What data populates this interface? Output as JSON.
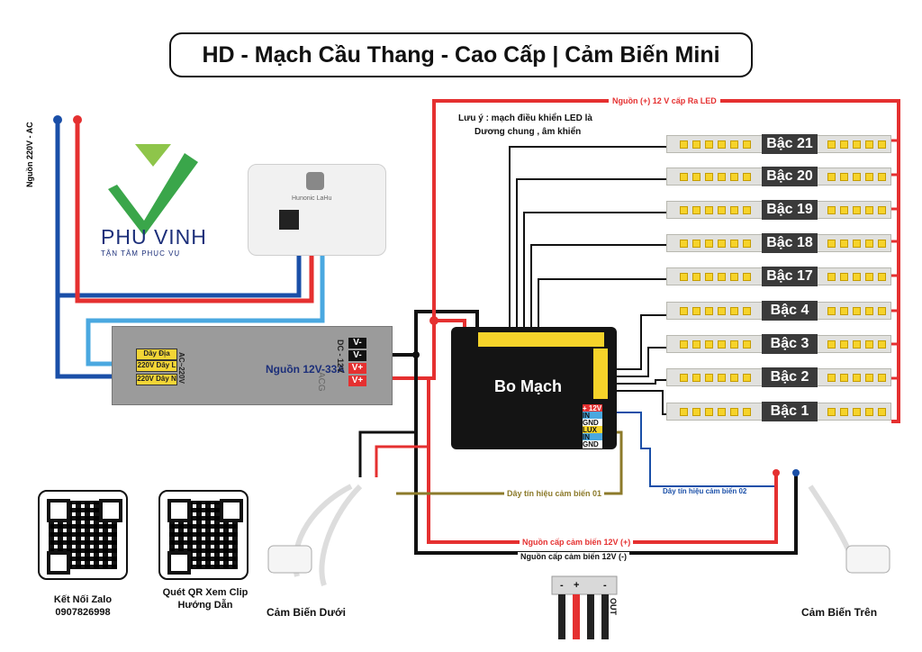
{
  "title": "HD - Mạch Cầu Thang - Cao Cấp | Cảm Biến Mini",
  "brand": {
    "name": "PHU VINH",
    "tagline": "TẬN TÂM PHỤC VỤ"
  },
  "labels": {
    "ac_source": "Nguồn 220V - AC",
    "led_power": "Nguồn (+) 12 V cấp Ra LED",
    "note_line1": "Lưu ý : mạch điều khiển LED là",
    "note_line2": "Dương chung , âm khiển",
    "sensor1_signal": "Dây tín hiệu cảm biến 01",
    "sensor2_signal": "Dây tín hiệu cảm biến 02",
    "sensor_pos": "Nguồn cấp cảm biến 12V (+)",
    "sensor_neg": "Nguồn cấp cảm biến 12V (-)"
  },
  "hub": {
    "name": "Hunonic LaHu"
  },
  "psu": {
    "title": "Nguồn 12V-33A",
    "ac_label": "AC~220V",
    "dc_label": "DC - 12V",
    "brand": "ACG",
    "terminals": [
      "Dây Địa",
      "220V Dây L",
      "220V Dây N"
    ],
    "outputs": [
      "V-",
      "V-",
      "V+",
      "V+"
    ]
  },
  "board": {
    "title": "Bo Mạch",
    "pins": [
      "+ 12V",
      "IN",
      "GND",
      "LUX",
      "IN",
      "GND"
    ]
  },
  "steps": [
    "Bậc 21",
    "Bậc 20",
    "Bậc 19",
    "Bậc 18",
    "Bậc 17",
    "Bậc 4",
    "Bậc 3",
    "Bậc 2",
    "Bậc 1"
  ],
  "qr": {
    "zalo_caption1": "Kết Nối Zalo",
    "zalo_caption2": "0907826998",
    "clip_caption1": "Quét QR Xem Clip",
    "clip_caption2": "Hướng Dẫn"
  },
  "sensors": {
    "bottom": "Cảm Biến Dưới",
    "top": "Cảm Biến Trên"
  },
  "connector": {
    "top": [
      "-",
      "+",
      "-"
    ],
    "bottom": "OUT"
  },
  "colors": {
    "red": "#e53030",
    "blue": "#1a4fa8",
    "lightblue": "#4aa8e0",
    "black": "#111111",
    "olive": "#8c7a2a",
    "yellow": "#f6d32a"
  }
}
